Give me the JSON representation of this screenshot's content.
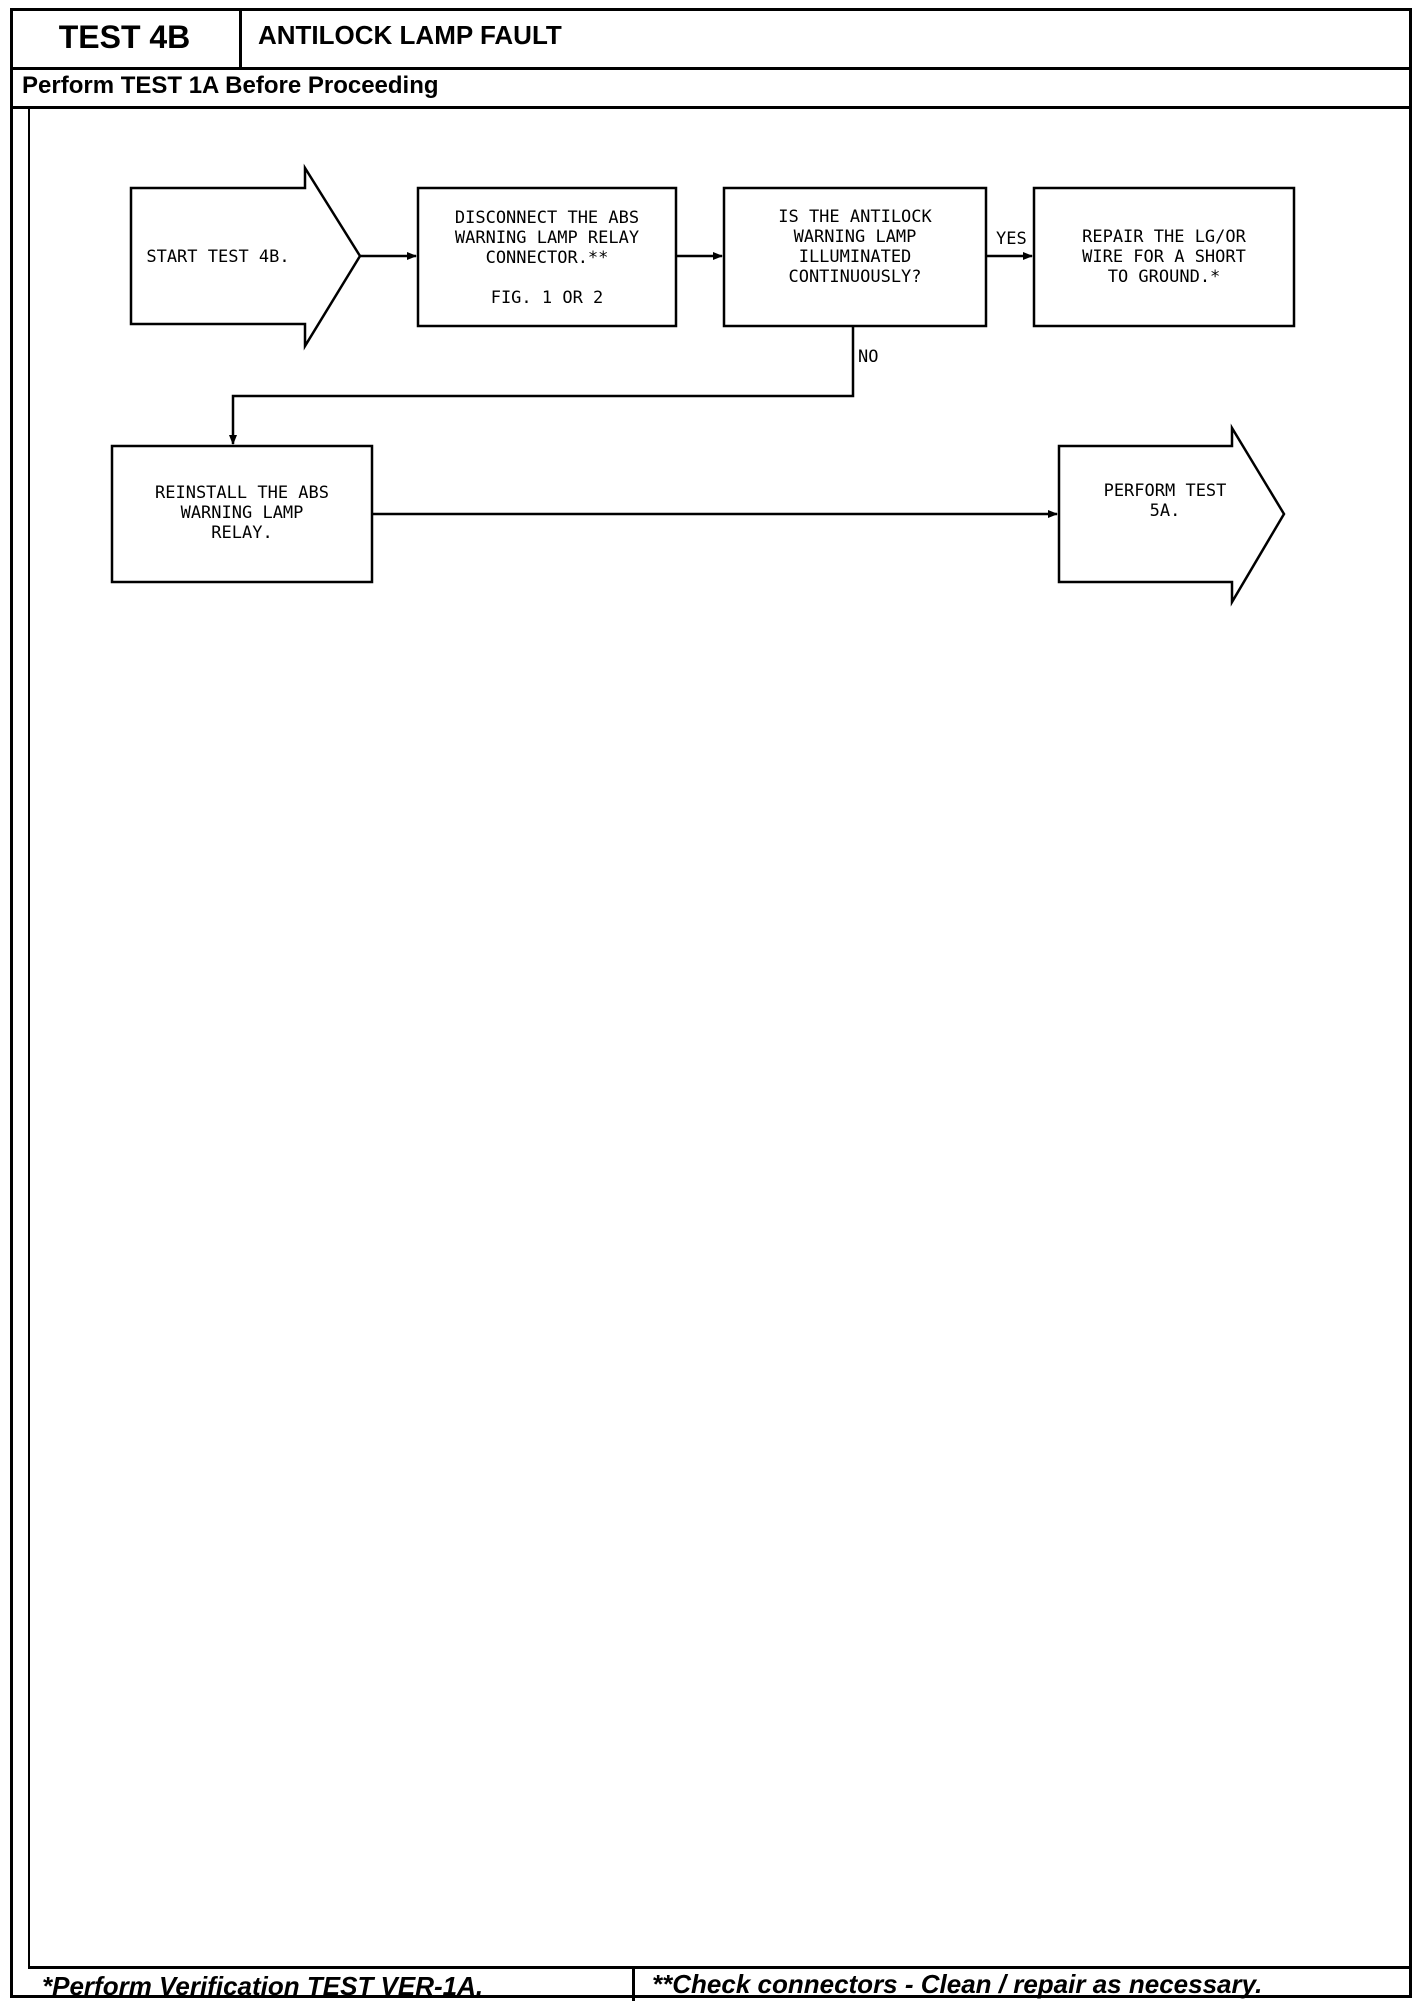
{
  "header": {
    "test_id": "TEST 4B",
    "title": "ANTILOCK LAMP FAULT",
    "prerequisite": "Perform TEST 1A Before Proceeding"
  },
  "flowchart": {
    "nodes": {
      "start": {
        "lines": [
          "START TEST 4B."
        ]
      },
      "disconnect": {
        "lines": [
          "DISCONNECT THE ABS",
          "WARNING LAMP RELAY",
          "CONNECTOR.**",
          "",
          "FIG. 1 OR 2"
        ]
      },
      "question": {
        "lines": [
          "IS THE ANTILOCK",
          "WARNING LAMP",
          "ILLUMINATED",
          "CONTINUOUSLY?"
        ]
      },
      "repair": {
        "lines": [
          "REPAIR THE LG/OR",
          "WIRE FOR A SHORT",
          "TO GROUND.*"
        ]
      },
      "reinstall": {
        "lines": [
          "REINSTALL THE ABS",
          "WARNING LAMP",
          "RELAY."
        ]
      },
      "perform5a": {
        "lines": [
          "PERFORM TEST",
          "5A."
        ]
      }
    },
    "edges": {
      "yes_label": "YES",
      "no_label": "NO"
    }
  },
  "footer": {
    "left_note": "*Perform Verification TEST VER-1A.",
    "right_note": "**Check connectors - Clean / repair as necessary."
  }
}
